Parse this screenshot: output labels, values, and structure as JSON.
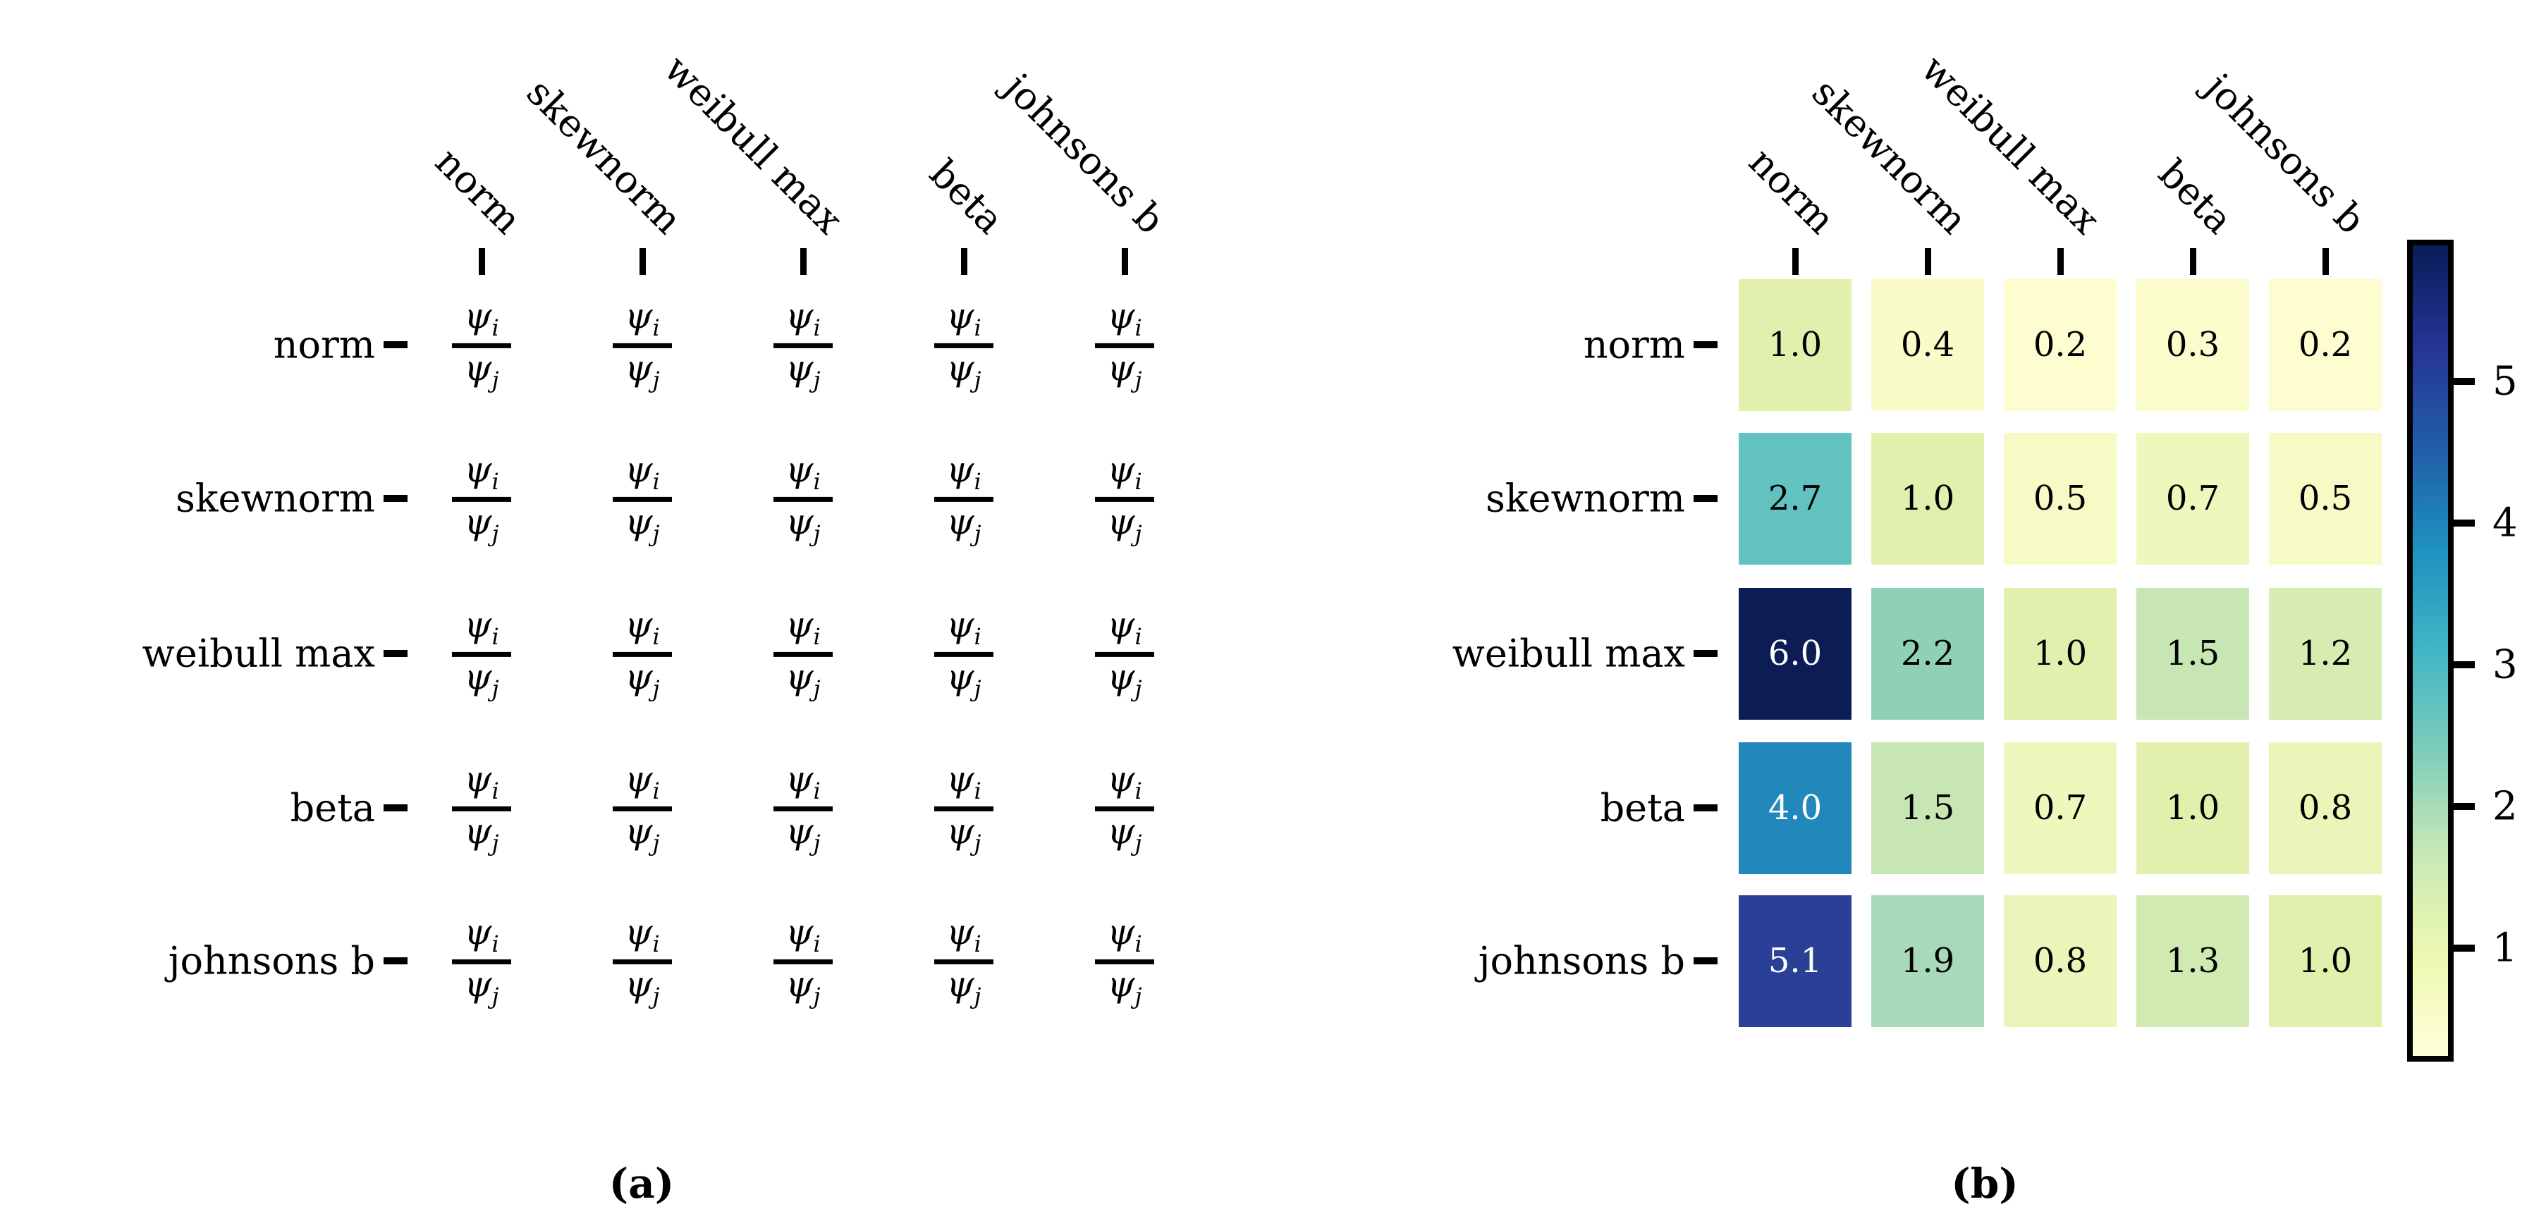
{
  "figure": {
    "background": "#ffffff",
    "panel_a": {
      "caption": "(a)",
      "row_labels": [
        "norm",
        "skewnorm",
        "weibull max",
        "beta",
        "johnsons b"
      ],
      "col_labels": [
        "norm",
        "skewnorm",
        "weibull max",
        "beta",
        "johnsons b"
      ],
      "fraction": {
        "psi": "ψ",
        "num_sub": "i",
        "den_sub": "j"
      }
    },
    "panel_b": {
      "caption": "(b)",
      "row_labels": [
        "norm",
        "skewnorm",
        "weibull max",
        "beta",
        "johnsons b"
      ],
      "col_labels": [
        "norm",
        "skewnorm",
        "weibull max",
        "beta",
        "johnsons b"
      ],
      "values": [
        [
          1.0,
          0.4,
          0.2,
          0.3,
          0.2
        ],
        [
          2.7,
          1.0,
          0.5,
          0.7,
          0.5
        ],
        [
          6.0,
          2.2,
          1.0,
          1.5,
          1.2
        ],
        [
          4.0,
          1.5,
          0.7,
          1.0,
          0.8
        ],
        [
          5.1,
          1.9,
          0.8,
          1.3,
          1.0
        ]
      ],
      "value_labels": [
        [
          "1.0",
          "0.4",
          "0.2",
          "0.3",
          "0.2"
        ],
        [
          "2.7",
          "1.0",
          "0.5",
          "0.7",
          "0.5"
        ],
        [
          "6.0",
          "2.2",
          "1.0",
          "1.5",
          "1.2"
        ],
        [
          "4.0",
          "1.5",
          "0.7",
          "1.0",
          "0.8"
        ],
        [
          "5.1",
          "1.9",
          "0.8",
          "1.3",
          "1.0"
        ]
      ],
      "cell_colors": [
        [
          "#e2f0ae",
          "#f9fcc9",
          "#fdfdd0",
          "#fbfccc",
          "#fdfdd0"
        ],
        [
          "#62c2bf",
          "#e2f0ae",
          "#f6fac5",
          "#eff7bd",
          "#f6fac5"
        ],
        [
          "#0c1d55",
          "#90d1b6",
          "#e2f0ae",
          "#c7e6b4",
          "#d7ecb1"
        ],
        [
          "#2287bb",
          "#c7e6b4",
          "#eff7bd",
          "#e2f0ae",
          "#eaf5b9"
        ],
        [
          "#2a3f96",
          "#a6dab8",
          "#eaf5b9",
          "#d1eab2",
          "#e2f0ae"
        ]
      ],
      "label_white_threshold": 3.5,
      "colorbar": {
        "tick_labels": [
          "5",
          "4",
          "3",
          "2",
          "1"
        ],
        "tick_values": [
          5,
          4,
          3,
          2,
          1
        ],
        "vmin": 0.2,
        "vmax": 6.0,
        "colormap": "YlGnBu",
        "gradient_top_to_bottom": [
          "#081d58",
          "#253494",
          "#225ea8",
          "#1d91c0",
          "#41b6c4",
          "#7fcdbb",
          "#c7e9b4",
          "#edf8b1",
          "#ffffd9"
        ]
      }
    }
  },
  "chart_data": [
    {
      "type": "table",
      "panel": "a",
      "title": "",
      "rows": [
        "norm",
        "skewnorm",
        "weibull max",
        "beta",
        "johnsons b"
      ],
      "columns": [
        "norm",
        "skewnorm",
        "weibull max",
        "beta",
        "johnsons b"
      ],
      "cell_text": "ψi/ψj",
      "description": "schematic matrix: every cell shows the ratio ψi/ψj of row distribution i to column distribution j"
    },
    {
      "type": "heatmap",
      "panel": "b",
      "rows": [
        "norm",
        "skewnorm",
        "weibull max",
        "beta",
        "johnsons b"
      ],
      "columns": [
        "norm",
        "skewnorm",
        "weibull max",
        "beta",
        "johnsons b"
      ],
      "values": [
        [
          1.0,
          0.4,
          0.2,
          0.3,
          0.2
        ],
        [
          2.7,
          1.0,
          0.5,
          0.7,
          0.5
        ],
        [
          6.0,
          2.2,
          1.0,
          1.5,
          1.2
        ],
        [
          4.0,
          1.5,
          0.7,
          1.0,
          0.8
        ],
        [
          5.1,
          1.9,
          0.8,
          1.3,
          1.0
        ]
      ],
      "colormap": "YlGnBu",
      "vmin": 0.2,
      "vmax": 6.0,
      "colorbar_ticks": [
        1,
        2,
        3,
        4,
        5
      ],
      "legend_position": "right"
    }
  ]
}
